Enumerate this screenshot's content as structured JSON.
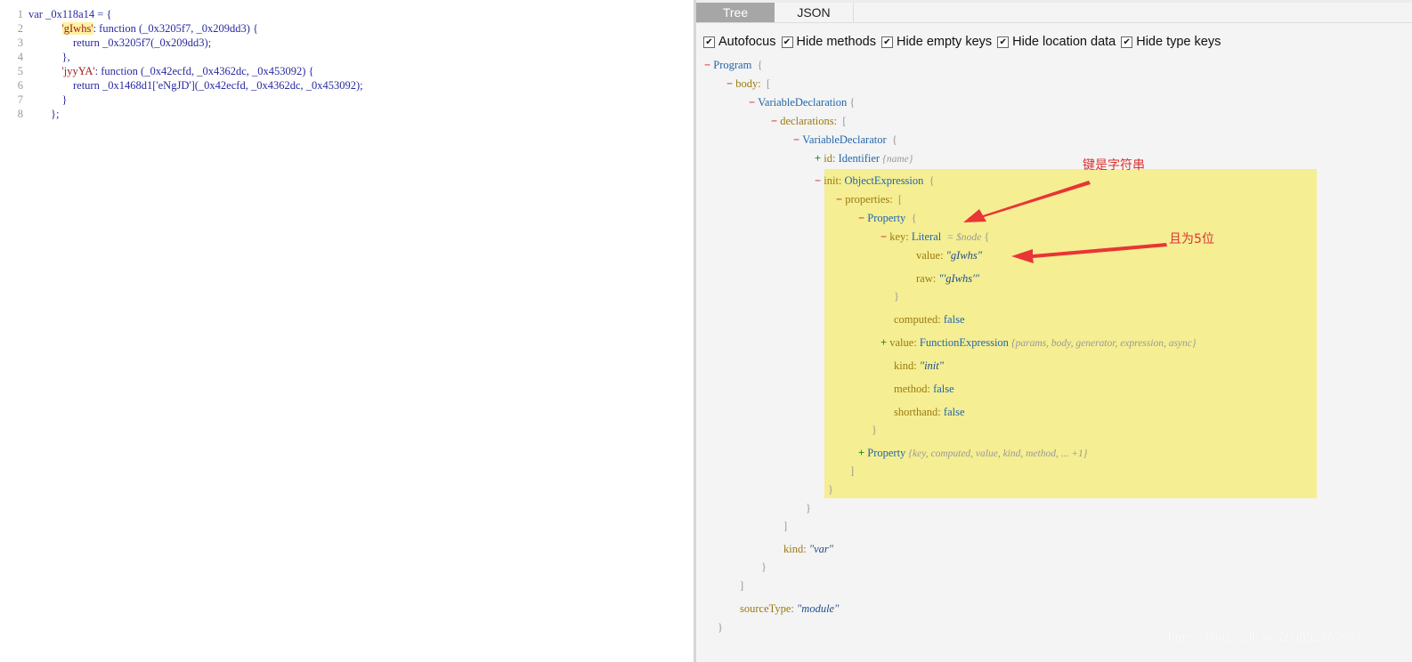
{
  "editor": {
    "lines": [
      {
        "n": "1",
        "text": "var _0x118a14 = {"
      },
      {
        "n": "2",
        "indent": "            ",
        "key": "'gIwhs'",
        "text": ": function (_0x3205f7, _0x209dd3) {"
      },
      {
        "n": "3",
        "text": "                return _0x3205f7(_0x209dd3);"
      },
      {
        "n": "4",
        "text": "            },"
      },
      {
        "n": "5",
        "indent": "            ",
        "key": "'jyyYA'",
        "text": ": function (_0x42ecfd, _0x4362dc, _0x453092) {"
      },
      {
        "n": "6",
        "text": "                return _0x1468d1['eNgJD'](_0x42ecfd, _0x4362dc, _0x453092);"
      },
      {
        "n": "7",
        "text": "            }"
      },
      {
        "n": "8",
        "text": "        };"
      }
    ]
  },
  "panel": {
    "tabs": [
      "Tree",
      "JSON"
    ],
    "active_tab": "Tree",
    "options": [
      {
        "label": "Autofocus",
        "checked": true
      },
      {
        "label": "Hide methods",
        "checked": true
      },
      {
        "label": "Hide empty keys",
        "checked": true
      },
      {
        "label": "Hide location data",
        "checked": true
      },
      {
        "label": "Hide type keys",
        "checked": true
      }
    ]
  },
  "tree": {
    "program": "Program",
    "body_key": "body:",
    "var_decl": "VariableDeclaration",
    "declarations_key": "declarations:",
    "var_declarator": "VariableDeclarator",
    "id_key": "id:",
    "id_type": "Identifier",
    "id_summary": "{name}",
    "init_key": "init:",
    "init_type": "ObjectExpression",
    "properties_key": "properties:",
    "property_type": "Property",
    "key_key": "key:",
    "key_type": "Literal",
    "node_ref": "= $node",
    "value_key": "value:",
    "value_val": "\"gIwhs\"",
    "raw_key": "raw:",
    "raw_val": "\"'gIwhs'\"",
    "computed_key": "computed:",
    "computed_val": "false",
    "fn_value_key": "value:",
    "fn_type": "FunctionExpression",
    "fn_summary": "{params, body, generator, expression, async}",
    "kind_key": "kind:",
    "kind_val": "\"init\"",
    "method_key": "method:",
    "method_val": "false",
    "shorthand_key": "shorthand:",
    "shorthand_val": "false",
    "property2_type": "Property",
    "property2_summary": "{key, computed, value, kind, method, ... +1}",
    "var_kind_key": "kind:",
    "var_kind_val": "\"var\"",
    "source_type_key": "sourceType:",
    "source_type_val": "\"module\""
  },
  "annotations": {
    "key_is_string": "键是字符串",
    "five_chars": "且为5位"
  },
  "watermark": "https://blog.csdn.net/zjq592767809",
  "colors": {
    "highlight": "#f5ee93",
    "annotation": "#e03030",
    "active_tab": "#a6a6a6"
  }
}
